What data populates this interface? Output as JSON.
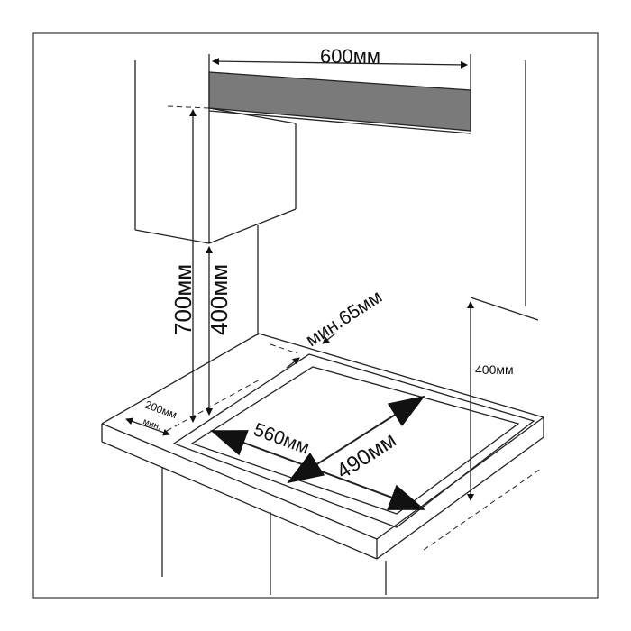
{
  "labels": {
    "width_hood": "600мм",
    "height_700": "700мм",
    "height_400_left": "400мм",
    "height_400_right": "400мм",
    "min_65": "мин.65мм",
    "side_200": "200мм",
    "side_min": "мин.",
    "hob_width": "560мм",
    "hob_depth": "490мм"
  },
  "colors": {
    "hood_fill": "#7a7a7a",
    "line": "#111111"
  }
}
